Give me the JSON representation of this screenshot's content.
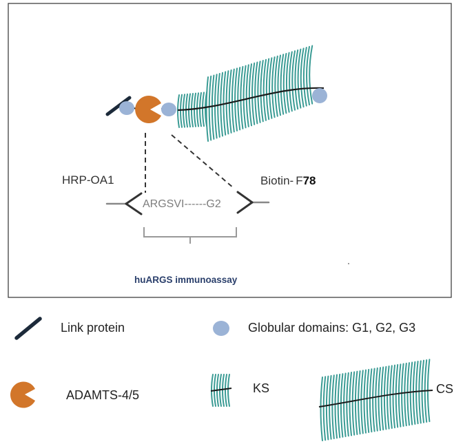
{
  "diagram": {
    "labels": {
      "left_antibody": "HRP-OA1",
      "right_antibody_prefix": "Biotin-",
      "right_antibody_f": "F",
      "right_antibody_num": "78",
      "sequence": "ARGSVI------G2",
      "assay": "huARGS immunoassay"
    }
  },
  "legend": {
    "link_protein": "Link protein",
    "globular": "Globular domains: G1, G2, G3",
    "adamts": "ADAMTS-4/5",
    "ks": "KS",
    "cs": "CS"
  },
  "colors": {
    "frame": "#404040",
    "teal": "#3a9b94",
    "orange": "#d2762a",
    "globular": "#9bb3d6",
    "link": "#1c2a3a",
    "assay_text": "#2a3f6b",
    "sequence_text": "#7d7d7d"
  }
}
